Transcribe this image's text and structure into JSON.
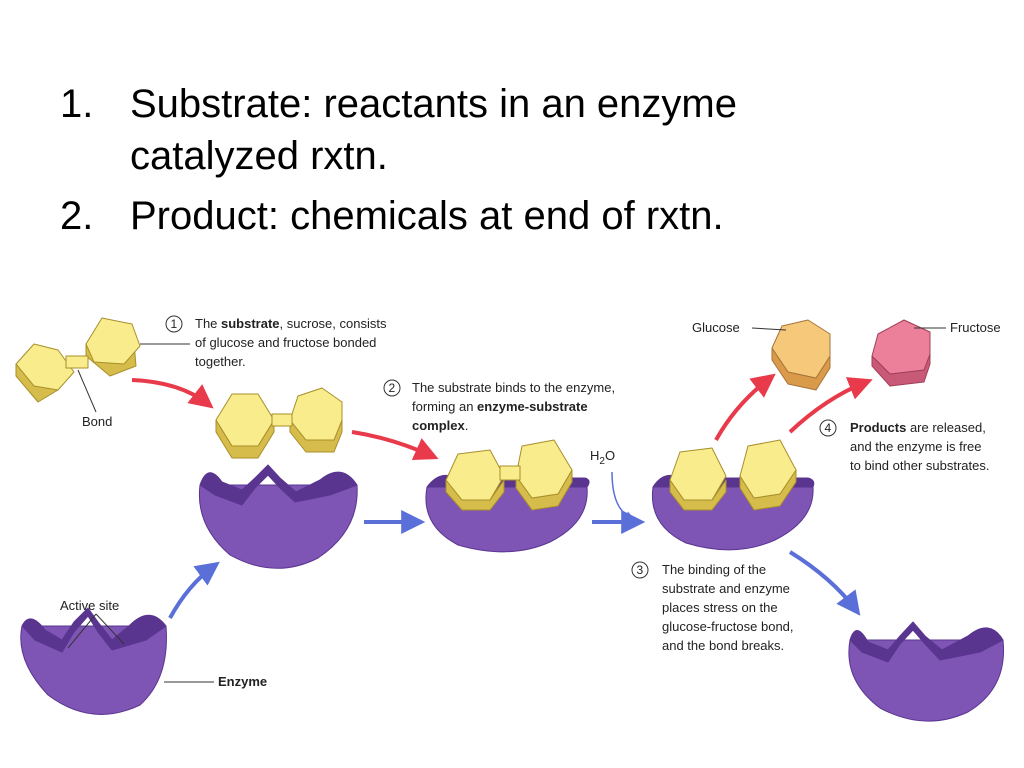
{
  "slide": {
    "bullets": [
      {
        "number": "1.",
        "line1": "Substrate: reactants in an enzyme",
        "line2": "catalyzed rxtn."
      },
      {
        "number": "2.",
        "line1": "Product: chemicals at end of rxtn.",
        "line2": ""
      }
    ]
  },
  "diagram": {
    "colors": {
      "enzyme": "#7e54b4",
      "enzyme_dark": "#5a3590",
      "substrate": "#f8ec8c",
      "substrate_dark": "#d6bc4a",
      "glucose_product": "#f6c87a",
      "fructose_product": "#ec7f9a",
      "arrow_red": "#e83a4a",
      "arrow_blue": "#5b6fd8"
    },
    "labels": {
      "bond": "Bond",
      "active_site": "Active site",
      "enzyme": "Enzyme",
      "glucose": "Glucose",
      "fructose": "Fructose",
      "water_main": "H",
      "water_sub": "2",
      "water_end": "O"
    },
    "step1": {
      "number": "1",
      "line1_pre": "The ",
      "line1_bold": "substrate",
      "line1_post": ", sucrose, consists",
      "line2": "of glucose and fructose bonded",
      "line3": "together."
    },
    "step2": {
      "number": "2",
      "line1": "The substrate binds to the enzyme,",
      "line2_pre": "forming an ",
      "line2_bold": "enzyme-substrate",
      "line3_bold": "complex",
      "line3_post": "."
    },
    "step3": {
      "number": "3",
      "line1": "The binding of the",
      "line2": "substrate and enzyme",
      "line3": "places stress on the",
      "line4": "glucose-fructose bond,",
      "line5": "and the bond breaks."
    },
    "step4": {
      "number": "4",
      "line1_bold": "Products",
      "line1_post": " are released,",
      "line2": "and the enzyme is free",
      "line3": "to bind other substrates."
    }
  }
}
